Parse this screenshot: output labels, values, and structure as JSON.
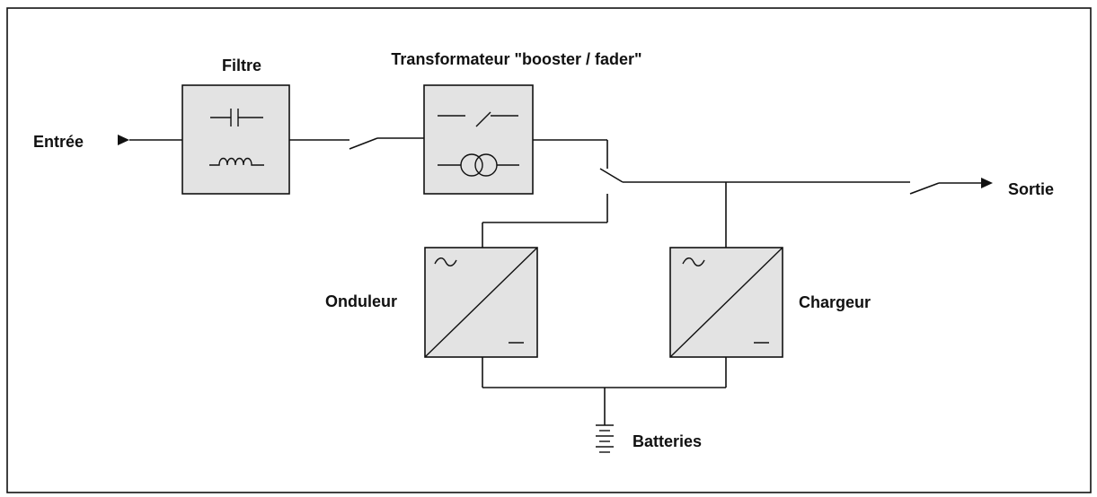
{
  "diagram": {
    "labels": {
      "input": "Entrée",
      "filter": "Filtre",
      "transformer": "Transformateur \"booster / fader\"",
      "output": "Sortie",
      "inverter": "Onduleur",
      "charger": "Chargeur",
      "batteries": "Batteries"
    },
    "colors": {
      "line": "#111111",
      "box_fill": "#e3e3e3",
      "background": "#ffffff"
    }
  }
}
